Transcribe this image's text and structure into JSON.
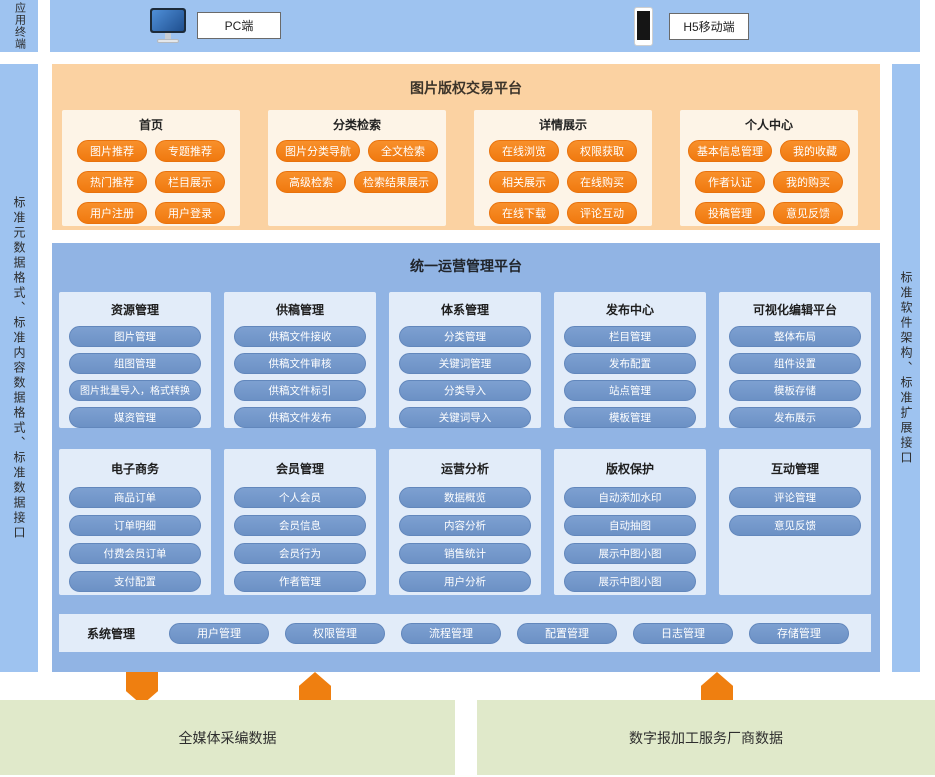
{
  "terminals": {
    "side_label": "应用终端",
    "pc_label": "PC端",
    "h5_label": "H5移动端"
  },
  "left_label": "标准元数据格式、标准内容数据格式、标准数据接口",
  "right_label": "标准软件架构、标准扩展接口",
  "trade": {
    "title": "图片版权交易平台",
    "groups": [
      {
        "title": "首页",
        "buttons": [
          "图片推荐",
          "专题推荐",
          "热门推荐",
          "栏目展示",
          "用户注册",
          "用户登录"
        ]
      },
      {
        "title": "分类检索",
        "buttons": [
          "图片分类导航",
          "全文检索",
          "高级检索",
          "检索结果展示"
        ]
      },
      {
        "title": "详情展示",
        "buttons": [
          "在线浏览",
          "权限获取",
          "相关展示",
          "在线购买",
          "在线下载",
          "评论互动"
        ]
      },
      {
        "title": "个人中心",
        "buttons": [
          "基本信息管理",
          "我的收藏",
          "作者认证",
          "我的购买",
          "投稿管理",
          "意见反馈"
        ]
      }
    ]
  },
  "ops": {
    "title": "统一运营管理平台",
    "row1": [
      {
        "title": "资源管理",
        "buttons": [
          "图片管理",
          "组图管理",
          "图片批量导入，格式转换",
          "媒资管理"
        ]
      },
      {
        "title": "供稿管理",
        "buttons": [
          "供稿文件接收",
          "供稿文件审核",
          "供稿文件标引",
          "供稿文件发布"
        ]
      },
      {
        "title": "体系管理",
        "buttons": [
          "分类管理",
          "关键词管理",
          "分类导入",
          "关键词导入"
        ]
      },
      {
        "title": "发布中心",
        "buttons": [
          "栏目管理",
          "发布配置",
          "站点管理",
          "模板管理"
        ]
      },
      {
        "title": "可视化编辑平台",
        "buttons": [
          "整体布局",
          "组件设置",
          "模板存储",
          "发布展示"
        ]
      }
    ],
    "row2": [
      {
        "title": "电子商务",
        "buttons": [
          "商品订单",
          "订单明细",
          "付费会员订单",
          "支付配置"
        ]
      },
      {
        "title": "会员管理",
        "buttons": [
          "个人会员",
          "会员信息",
          "会员行为",
          "作者管理"
        ]
      },
      {
        "title": "运营分析",
        "buttons": [
          "数据概览",
          "内容分析",
          "销售统计",
          "用户分析"
        ]
      },
      {
        "title": "版权保护",
        "buttons": [
          "自动添加水印",
          "自动抽图",
          "展示中图小图",
          "展示中图小图"
        ]
      },
      {
        "title": "互动管理",
        "buttons": [
          "评论管理",
          "意见反馈"
        ]
      }
    ],
    "system": {
      "title": "系统管理",
      "buttons": [
        "用户管理",
        "权限管理",
        "流程管理",
        "配置管理",
        "日志管理",
        "存储管理"
      ]
    }
  },
  "data_sources": [
    {
      "label": "全媒体采编数据"
    },
    {
      "label": "数字报加工服务厂商数据"
    }
  ],
  "colors": {
    "strip_blue": "#9ec3f0",
    "panel_orange": "#fbd2a2",
    "card_cream": "#fdf4e7",
    "pill_orange": "#f0790f",
    "panel_blue": "#91b4e4",
    "card_blue": "#e2ecf9",
    "pill_blue": "#6c91c5",
    "green_box": "#e0e9ca",
    "arrow_orange": "#ef7f10"
  }
}
